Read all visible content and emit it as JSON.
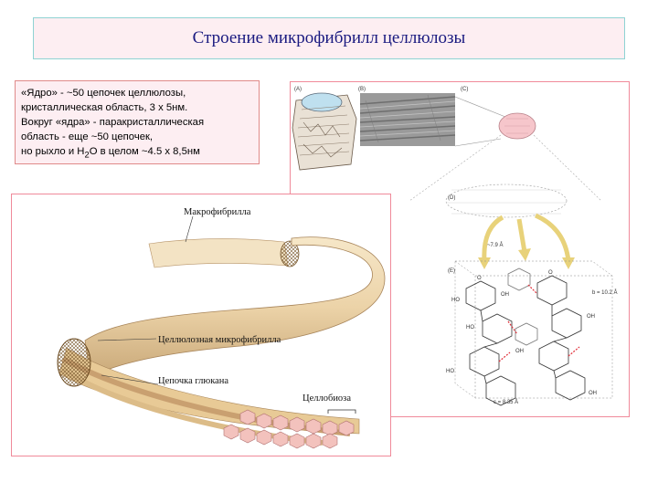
{
  "title": "Строение микрофибрилл целлюлозы",
  "note": {
    "line1": "«Ядро» - ~50 цепочек целлюлозы,",
    "line2": "кристаллическая область, 3 x 5нм.",
    "line3": "Вокруг «ядра» - паракристаллическая",
    "line4": "область - еще ~50 цепочек,",
    "line5_pre": "но рыхло и H",
    "line5_sub": "2",
    "line5_post": "O  в целом ~4.5 x 8,5нм"
  },
  "left_figure": {
    "label_macro": "Макрофибрилла",
    "label_micro": "Целлюлозная микрофибрилла",
    "label_chain": "Цепочка глюкана",
    "label_cellobiose": "Целлобиоза"
  },
  "right_figure": {
    "panel_a": "(A)",
    "panel_b": "(B)",
    "panel_c": "(C)",
    "panel_d": "(D)",
    "panel_e": "(E)",
    "dim_1": "~7.9 Å",
    "dim_2": "b = 10.2 Å",
    "dim_3": "c = 8.35 Å",
    "atom_ho": "HO",
    "atom_oh": "OH",
    "atom_o": "O"
  },
  "colors": {
    "title_bg": "#fdeef2",
    "fibril": "#ecd3a8",
    "hexagon": "#f3c2bd",
    "arrow": "#e8d27a"
  }
}
